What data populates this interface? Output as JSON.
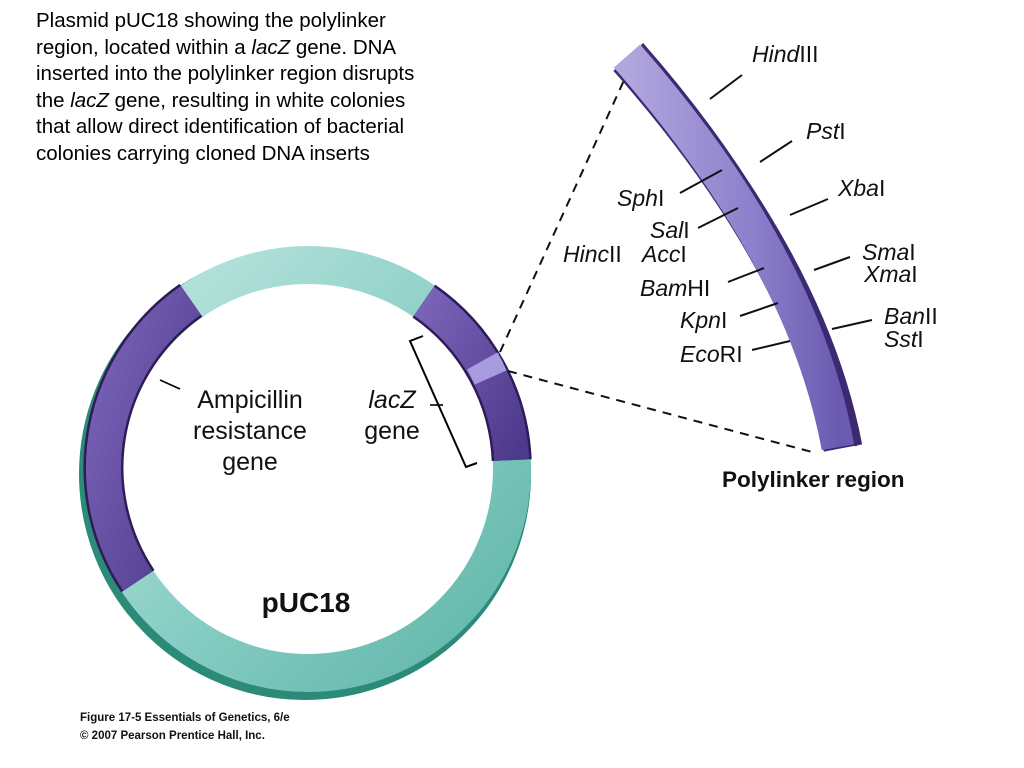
{
  "caption": {
    "segments": [
      {
        "text": "Plasmid pUC18 showing the polylinker",
        "italic": false
      },
      {
        "text": "region, located within a ",
        "italic": false,
        "break_before": true
      },
      {
        "text": "lacZ",
        "italic": true
      },
      {
        "text": " gene. DNA",
        "italic": false
      },
      {
        "text": "inserted into the polylinker region disrupts",
        "italic": false,
        "break_before": true
      },
      {
        "text": "the ",
        "italic": false,
        "break_before": true
      },
      {
        "text": "lacZ",
        "italic": true
      },
      {
        "text": " gene, resulting in white colonies",
        "italic": false
      },
      {
        "text": "that allow direct identification of bacterial",
        "italic": false,
        "break_before": true
      },
      {
        "text": "colonies carrying cloned DNA inserts",
        "italic": false,
        "break_before": true
      }
    ]
  },
  "plasmid": {
    "name": "pUC18",
    "amp_label_lines": [
      "Ampicillin",
      "resistance",
      "gene"
    ],
    "lacz_label": {
      "italic": "lacZ",
      "plain": "gene"
    }
  },
  "polylinker": {
    "title": "Polylinker region",
    "sites": [
      {
        "id": "hindiii",
        "italic": "Hind",
        "roman": "III"
      },
      {
        "id": "psti",
        "italic": "Pst",
        "roman": "I"
      },
      {
        "id": "xbai",
        "italic": "Xba",
        "roman": "I"
      },
      {
        "id": "sphi",
        "italic": "Sph",
        "roman": "I"
      },
      {
        "id": "sali",
        "italic": "Sal",
        "roman": "I"
      },
      {
        "id": "hincii",
        "italic": "Hinc",
        "roman": "II"
      },
      {
        "id": "acci",
        "italic": "Acc",
        "roman": "I"
      },
      {
        "id": "smai",
        "italic": "Sma",
        "roman": "I"
      },
      {
        "id": "xmai",
        "italic": "Xma",
        "roman": "I"
      },
      {
        "id": "bamhi",
        "italic": "Bam",
        "roman": "HI"
      },
      {
        "id": "kpni",
        "italic": "Kpn",
        "roman": "I"
      },
      {
        "id": "banii",
        "italic": "Ban",
        "roman": "II"
      },
      {
        "id": "ssti",
        "italic": "Sst",
        "roman": "I"
      },
      {
        "id": "ecori",
        "italic": "Eco",
        "roman": "RI"
      }
    ]
  },
  "credit": {
    "line1": "Figure 17-5  Essentials of Genetics, 6/e",
    "line2": "© 2007 Pearson Prentice Hall, Inc."
  },
  "colors": {
    "teal_light": "#a9dcd6",
    "teal_mid": "#7cc8bf",
    "teal_dark": "#2b8a78",
    "purple": "#6650a4",
    "purple_dark": "#2e1c58",
    "polylinker_light": "#9b8fd0",
    "polylinker_mid": "#7766bb"
  }
}
